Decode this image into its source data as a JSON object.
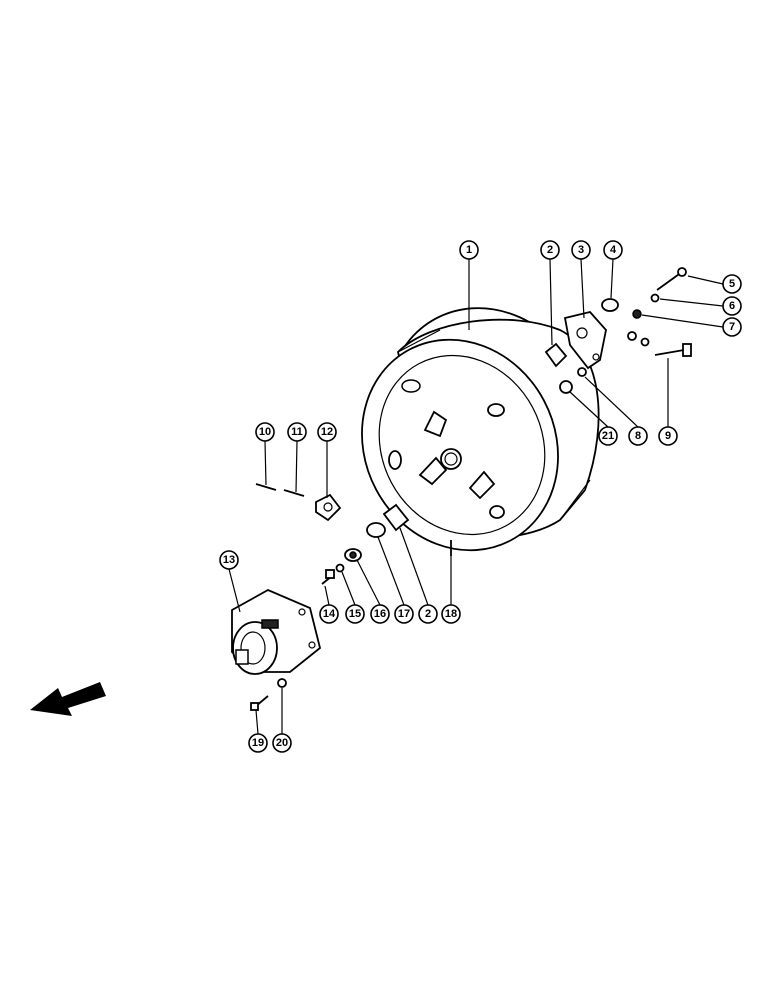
{
  "callouts": [
    {
      "id": "1",
      "label": "1"
    },
    {
      "id": "2a",
      "label": "2"
    },
    {
      "id": "3",
      "label": "3"
    },
    {
      "id": "4",
      "label": "4"
    },
    {
      "id": "5",
      "label": "5"
    },
    {
      "id": "6",
      "label": "6"
    },
    {
      "id": "7",
      "label": "7"
    },
    {
      "id": "8",
      "label": "8"
    },
    {
      "id": "9",
      "label": "9"
    },
    {
      "id": "21",
      "label": "21"
    },
    {
      "id": "10",
      "label": "10"
    },
    {
      "id": "11",
      "label": "11"
    },
    {
      "id": "12",
      "label": "12"
    },
    {
      "id": "13",
      "label": "13"
    },
    {
      "id": "14",
      "label": "14"
    },
    {
      "id": "15",
      "label": "15"
    },
    {
      "id": "16",
      "label": "16"
    },
    {
      "id": "17",
      "label": "17"
    },
    {
      "id": "2b",
      "label": "2"
    },
    {
      "id": "18",
      "label": "18"
    },
    {
      "id": "19",
      "label": "19"
    },
    {
      "id": "20",
      "label": "20"
    }
  ],
  "icons": {
    "direction_arrow": "direction-arrow-icon"
  },
  "colors": {
    "line": "#000000",
    "background": "#ffffff"
  }
}
